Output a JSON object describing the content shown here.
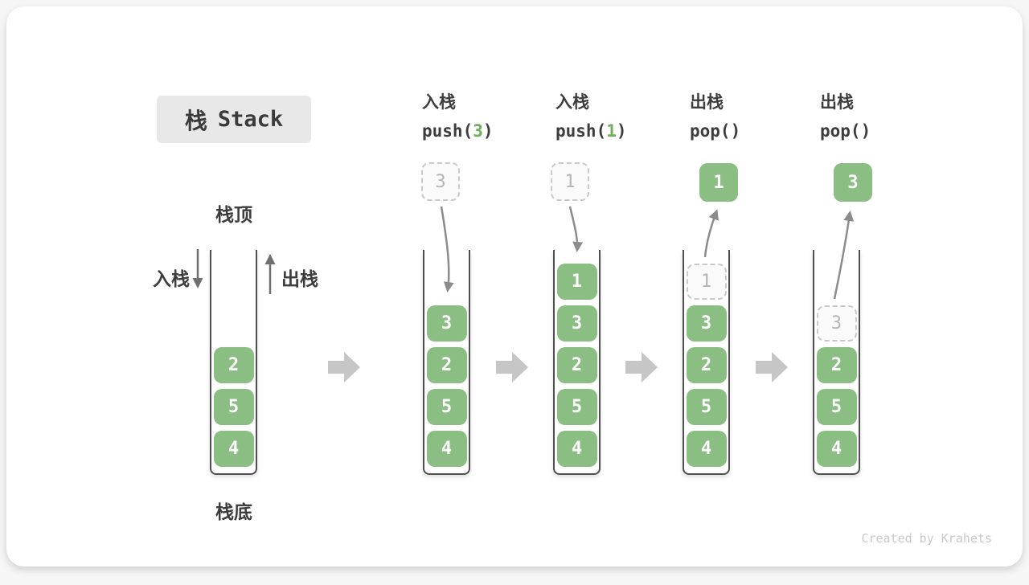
{
  "title": {
    "zh": "栈",
    "en": "Stack"
  },
  "labels": {
    "stack_top": "栈顶",
    "stack_bottom": "栈底",
    "push": "入栈",
    "pop": "出栈"
  },
  "operations": [
    {
      "name": "入栈",
      "code_prefix": "push(",
      "arg": "3",
      "code_suffix": ")"
    },
    {
      "name": "入栈",
      "code_prefix": "push(",
      "arg": "1",
      "code_suffix": ")"
    },
    {
      "name": "出栈",
      "code_prefix": "pop(",
      "arg": "",
      "code_suffix": ")"
    },
    {
      "name": "出栈",
      "code_prefix": "pop(",
      "arg": "",
      "code_suffix": ")"
    }
  ],
  "stacks": [
    {
      "blocks": [
        {
          "value": "2",
          "row": 2,
          "ghost": false
        },
        {
          "value": "5",
          "row": 3,
          "ghost": false
        },
        {
          "value": "4",
          "row": 4,
          "ghost": false
        }
      ]
    },
    {
      "blocks": [
        {
          "value": "3",
          "row": 1,
          "ghost": false
        },
        {
          "value": "2",
          "row": 2,
          "ghost": false
        },
        {
          "value": "5",
          "row": 3,
          "ghost": false
        },
        {
          "value": "4",
          "row": 4,
          "ghost": false
        }
      ]
    },
    {
      "blocks": [
        {
          "value": "1",
          "row": 0,
          "ghost": false
        },
        {
          "value": "3",
          "row": 1,
          "ghost": false
        },
        {
          "value": "2",
          "row": 2,
          "ghost": false
        },
        {
          "value": "5",
          "row": 3,
          "ghost": false
        },
        {
          "value": "4",
          "row": 4,
          "ghost": false
        }
      ]
    },
    {
      "blocks": [
        {
          "value": "1",
          "row": 0,
          "ghost": true
        },
        {
          "value": "3",
          "row": 1,
          "ghost": false
        },
        {
          "value": "2",
          "row": 2,
          "ghost": false
        },
        {
          "value": "5",
          "row": 3,
          "ghost": false
        },
        {
          "value": "4",
          "row": 4,
          "ghost": false
        }
      ]
    },
    {
      "blocks": [
        {
          "value": "3",
          "row": 1,
          "ghost": true
        },
        {
          "value": "2",
          "row": 2,
          "ghost": false
        },
        {
          "value": "5",
          "row": 3,
          "ghost": false
        },
        {
          "value": "4",
          "row": 4,
          "ghost": false
        }
      ]
    }
  ],
  "floating_blocks": [
    {
      "value": "3",
      "ghost": true
    },
    {
      "value": "1",
      "ghost": true
    },
    {
      "value": "1",
      "ghost": false
    },
    {
      "value": "3",
      "ghost": false
    }
  ],
  "watermark": "Created by Krahets",
  "colors": {
    "block_green": "#8bbe83",
    "code_arg_green": "#6fae5a",
    "ghost_border": "#c9c9c9",
    "ghost_text": "#b5b5b5",
    "curve_arrow_gray": "#8c8c8c",
    "straight_arrow_gray": "#6f6f6f",
    "step_arrow_gray": "#c6c6c6",
    "title_bg": "#e8e8e8",
    "text_dark": "#3d3d3d",
    "wall_dark": "#4f4f4f",
    "watermark_gray": "#c8c8c8"
  }
}
